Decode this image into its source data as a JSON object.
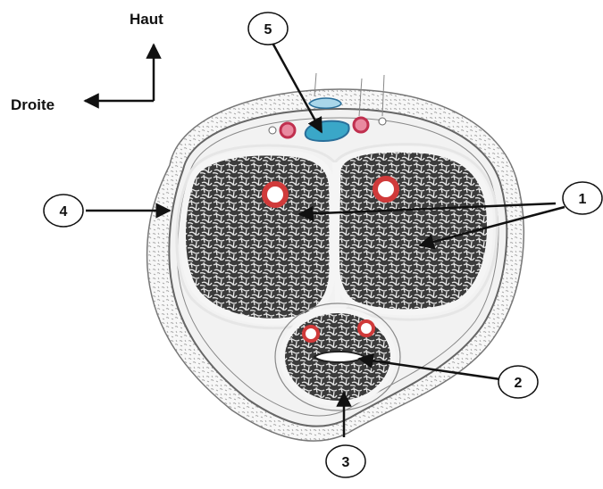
{
  "orientation": {
    "up_label": "Haut",
    "right_label": "Droite"
  },
  "callouts": [
    {
      "id": "1",
      "label": "1"
    },
    {
      "id": "2",
      "label": "2"
    },
    {
      "id": "3",
      "label": "3"
    },
    {
      "id": "4",
      "label": "4"
    },
    {
      "id": "5",
      "label": "5"
    }
  ],
  "colors": {
    "artery_ring": "#d03a3a",
    "artery_fill": "#ffffff",
    "vein": "#3aa7c8",
    "vein_dark": "#2a6f9a",
    "tunica": "#f4f4f4",
    "tissue_dark": "#3a3a3a",
    "line": "#111111"
  }
}
